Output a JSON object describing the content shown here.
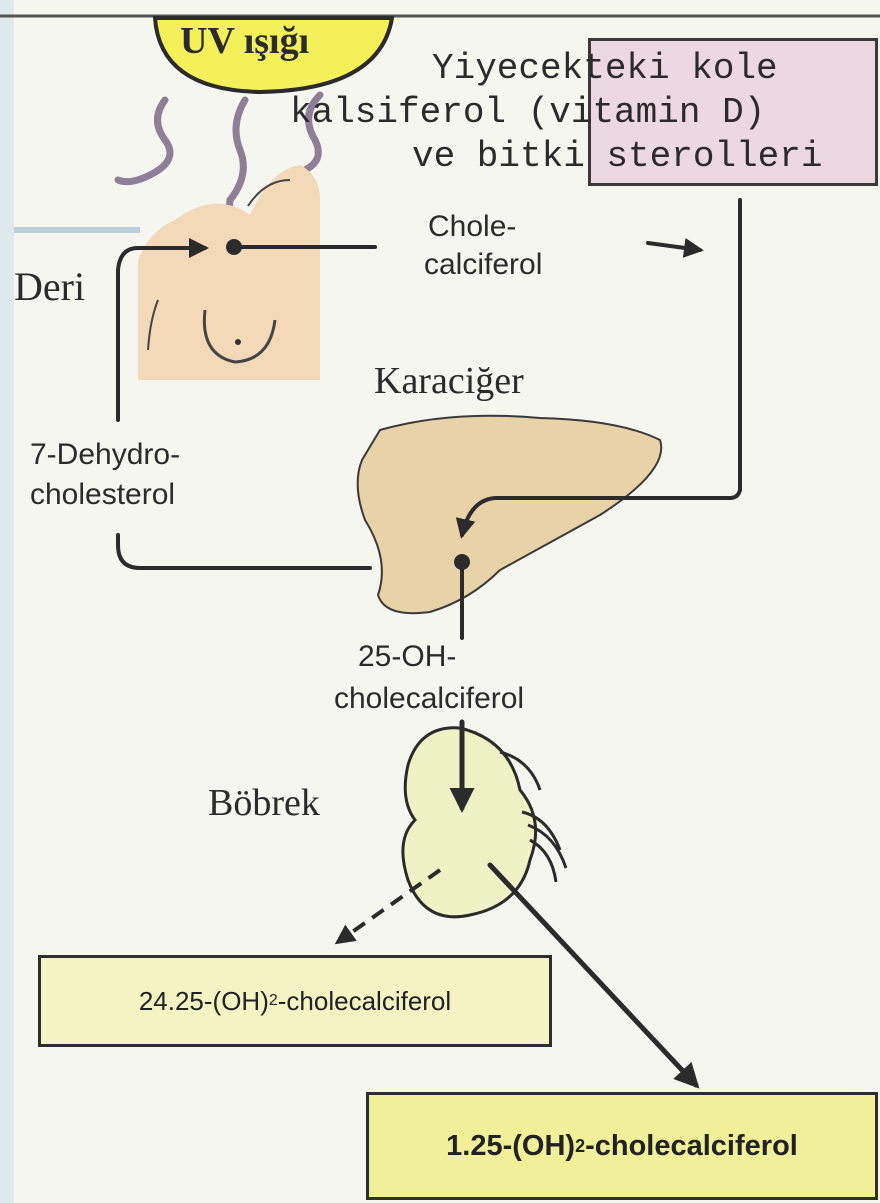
{
  "labels": {
    "uv": "UV ışığı",
    "food_line1": "Yiyecekteki kole",
    "food_line2": "kalsiferol (vitamin D)",
    "food_line3": "ve bitki sterolleri",
    "skin": "Deri",
    "chole_line1": "Chole-",
    "chole_line2": "calciferol",
    "liver": "Karaciğer",
    "dehydro_line1": "7-Dehydro-",
    "dehydro_line2": "cholesterol",
    "oh25_line1": "25-OH-",
    "oh25_line2": "cholecalciferol",
    "kidney": "Böbrek"
  },
  "boxes": {
    "b24_prefix": "24.25-(OH)",
    "b24_sub": "2",
    "b24_suffix": "-cholecalciferol",
    "b125_prefix": "1.25-(OH)",
    "b125_sub": "2",
    "b125_suffix": "-cholecalciferol"
  },
  "colors": {
    "sun": "#f4f05a",
    "skin": "#f3d9b8",
    "liver": "#e8d2a8",
    "kidney": "#eef2c4",
    "box_fill": "#f3f3c4",
    "food_box": "#ecd8e0",
    "uv_rays": "#8e7f96",
    "left_band": "#dfe8ec"
  },
  "icons": [
    "sun-icon",
    "skin-torso-icon",
    "liver-icon",
    "kidney-icon"
  ]
}
